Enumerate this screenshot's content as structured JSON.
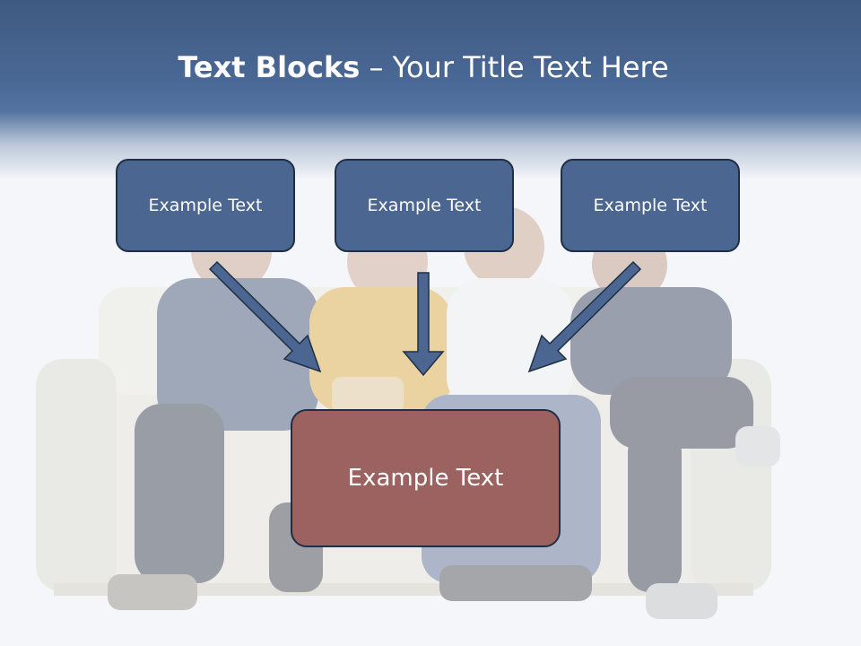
{
  "slide": {
    "title_bold": "Text Blocks",
    "title_rest": " – Your Title Text Here",
    "boxes": [
      {
        "label": "Example Text"
      },
      {
        "label": "Example Text"
      },
      {
        "label": "Example Text"
      }
    ],
    "main_box": {
      "label": "Example Text"
    }
  },
  "colors": {
    "header": "#4a6895",
    "top_box_fill": "#4a6691",
    "main_box_fill": "#9b625f",
    "arrow_fill": "#4a6691",
    "outline": "#1f2f45"
  }
}
